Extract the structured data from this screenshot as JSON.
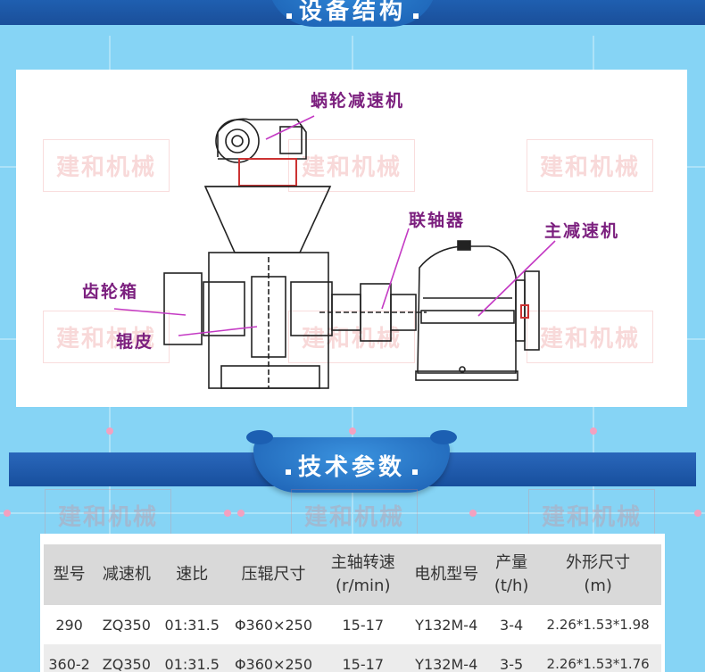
{
  "section_top": {
    "title": "设备结构"
  },
  "section_mid": {
    "title": "技术参数"
  },
  "watermark": "建和机械",
  "diagram": {
    "labels": {
      "worm_reducer": "蜗轮减速机",
      "coupling": "联轴器",
      "main_reducer": "主减速机",
      "gearbox": "齿轮箱",
      "roller_skin": "辊皮"
    }
  },
  "table": {
    "headers": [
      [
        "型号",
        ""
      ],
      [
        "减速机",
        ""
      ],
      [
        "速比",
        ""
      ],
      [
        "压辊尺寸",
        ""
      ],
      [
        "主轴转速",
        "(r/min)"
      ],
      [
        "电机型号",
        ""
      ],
      [
        "产量",
        "(t/h)"
      ],
      [
        "外形尺寸",
        "(m)"
      ]
    ],
    "rows": [
      [
        "290",
        "ZQ350",
        "01:31.5",
        "Φ360×250",
        "15-17",
        "Y132M-4",
        "3-4",
        "2.26*1.53*1.98"
      ],
      [
        "360-2",
        "ZQ350",
        "01:31.5",
        "Φ360×250",
        "15-17",
        "Y132M-4",
        "3-5",
        "2.26*1.53*1.76"
      ]
    ]
  },
  "colors": {
    "banner": "#1f5fb0",
    "background": "#86d4f5",
    "label": "#7b1f7e"
  }
}
